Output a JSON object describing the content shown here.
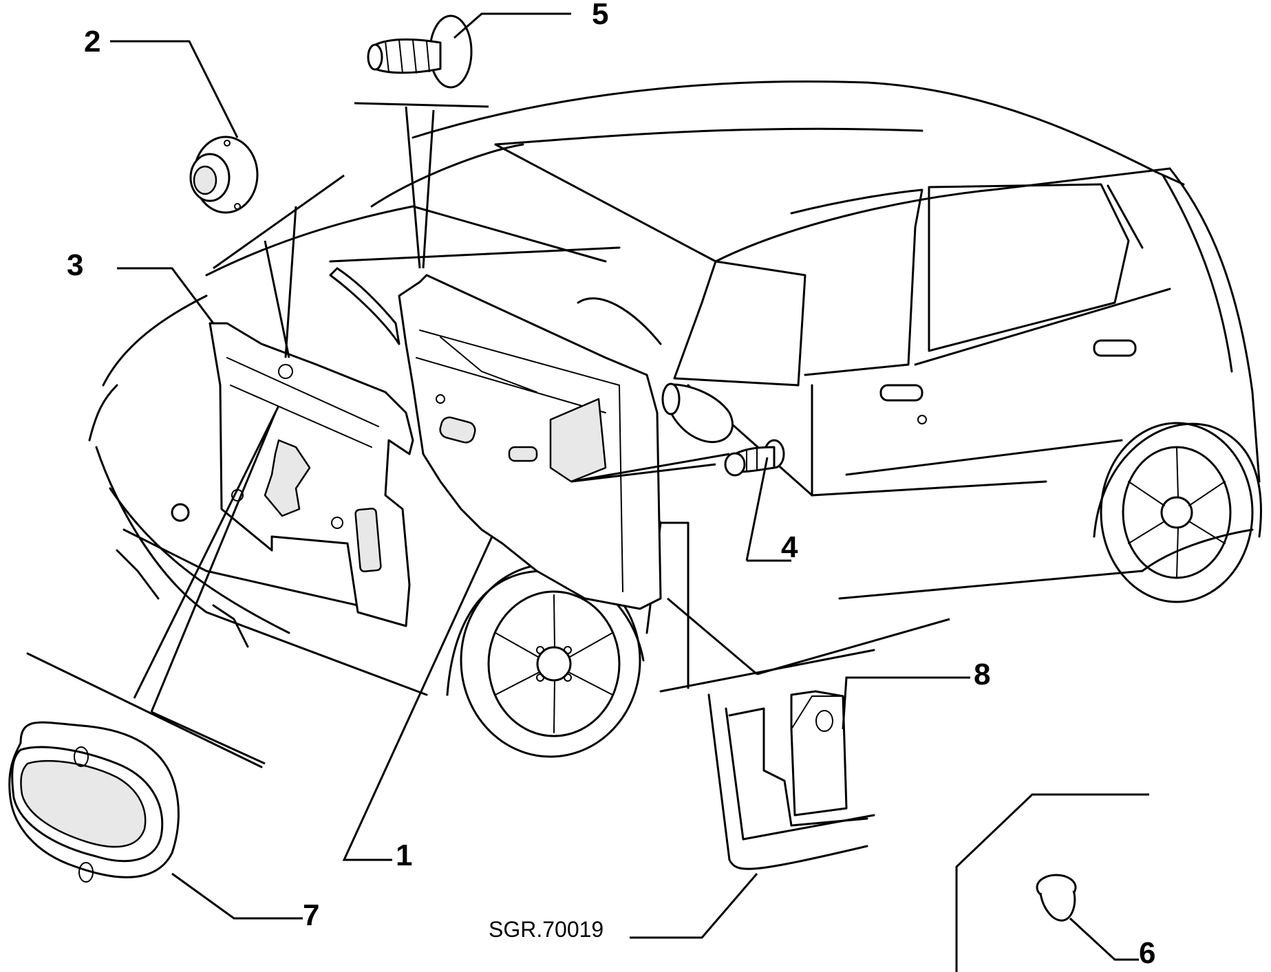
{
  "callouts": {
    "c1": "1",
    "c2": "2",
    "c3": "3",
    "c4": "4",
    "c5": "5",
    "c6": "6",
    "c7": "7",
    "c8": "8"
  },
  "drawing_code": "SGR.70019"
}
